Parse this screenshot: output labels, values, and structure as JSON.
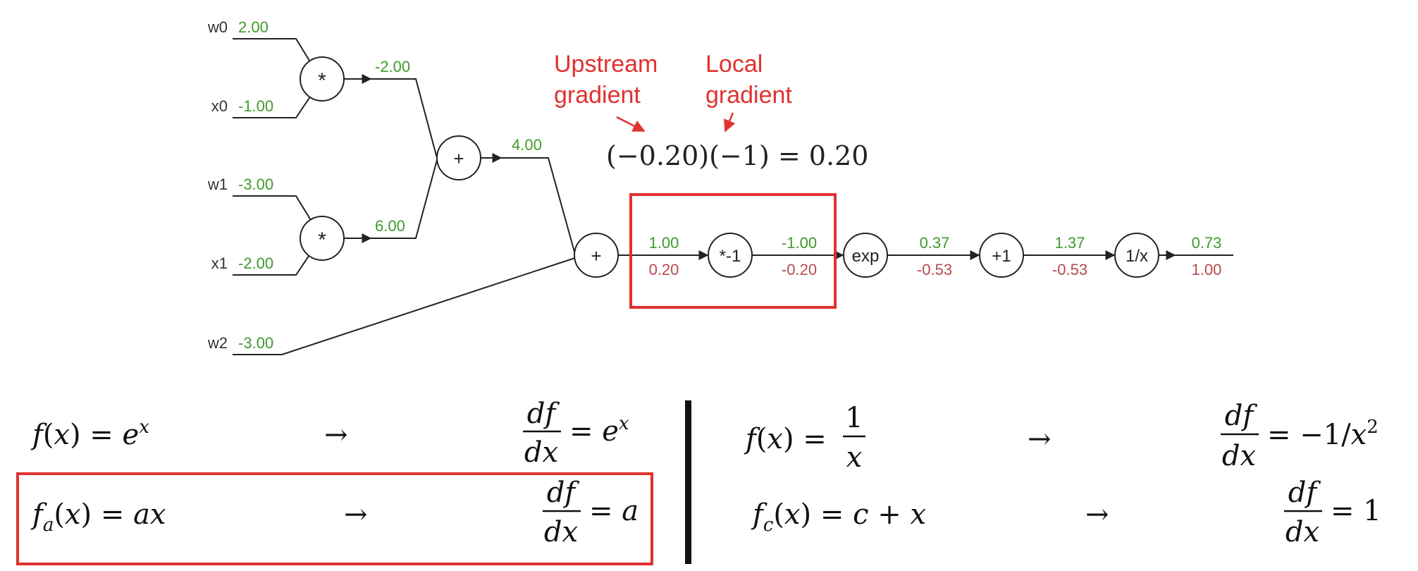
{
  "graph": {
    "inputs": [
      {
        "name": "w0",
        "value": "2.00"
      },
      {
        "name": "x0",
        "value": "-1.00"
      },
      {
        "name": "w1",
        "value": "-3.00"
      },
      {
        "name": "x1",
        "value": "-2.00"
      },
      {
        "name": "w2",
        "value": "-3.00"
      }
    ],
    "gates": {
      "mul_top": "*",
      "mul_bottom": "*",
      "add_left": "+",
      "add_main": "+",
      "neg": "*-1",
      "exp": "exp",
      "plus_one": "+1",
      "recip": "1/x"
    },
    "forward_values": {
      "mul_top_out": "-2.00",
      "mul_bottom_out": "6.00",
      "add_left_out": "4.00",
      "add_main_out": "1.00",
      "neg_out": "-1.00",
      "exp_out": "0.37",
      "plus_one_out": "1.37",
      "recip_out": "0.73"
    },
    "gradients": {
      "add_main_out": "0.20",
      "neg_out": "-0.20",
      "exp_out": "-0.53",
      "plus_one_out": "-0.53",
      "recip_out": "1.00"
    },
    "annotations": {
      "upstream_line1": "Upstream",
      "upstream_line2": "gradient",
      "local_line1": "Local",
      "local_line2": "gradient",
      "equation": "(−0.20)(−1) = 0.20"
    }
  },
  "colors": {
    "forward": "#3f9a2c",
    "gradient": "#b8494f",
    "highlight": "#e0322f",
    "ink": "#222222"
  }
}
